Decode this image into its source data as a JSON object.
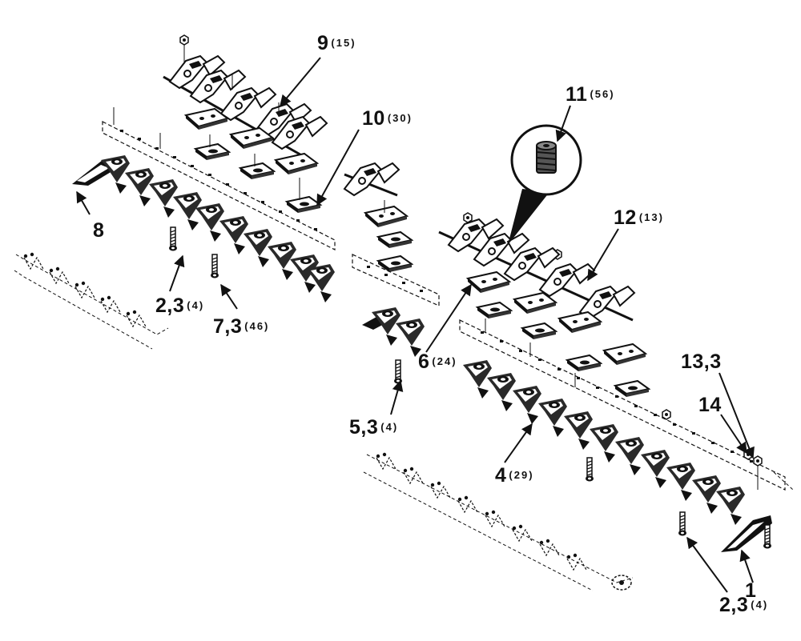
{
  "callouts": [
    {
      "id": "c9",
      "number": "9",
      "qty": "(15)"
    },
    {
      "id": "c10",
      "number": "10",
      "qty": "(30)"
    },
    {
      "id": "c11",
      "number": "11",
      "qty": "(56)"
    },
    {
      "id": "c12",
      "number": "12",
      "qty": "(13)"
    },
    {
      "id": "c8",
      "number": "8",
      "qty": ""
    },
    {
      "id": "c23a",
      "number": "2,3",
      "qty": "(4)"
    },
    {
      "id": "c73",
      "number": "7,3",
      "qty": "(46)"
    },
    {
      "id": "c6",
      "number": "6",
      "qty": "(24)"
    },
    {
      "id": "c53",
      "number": "5,3",
      "qty": "(4)"
    },
    {
      "id": "c4",
      "number": "4",
      "qty": "(29)"
    },
    {
      "id": "c133",
      "number": "13,3",
      "qty": ""
    },
    {
      "id": "c14",
      "number": "14",
      "qty": ""
    },
    {
      "id": "c1",
      "number": "1",
      "qty": ""
    },
    {
      "id": "c23b",
      "number": "2,3",
      "qty": "(4)"
    }
  ],
  "colors": {
    "ink": "#111111",
    "paper": "#ffffff",
    "shade": "#555555"
  }
}
